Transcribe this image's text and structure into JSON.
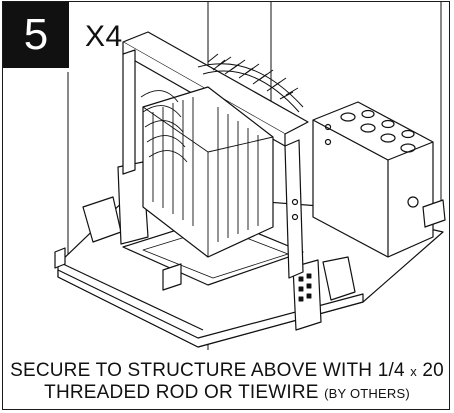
{
  "step": {
    "number": "5",
    "quantity": "X4"
  },
  "caption": {
    "line1_prefix": "SECURE TO STRUCTURE ABOVE WITH 1/4 ",
    "line1_x": "x",
    "line1_suffix": " 20",
    "line2_main": "THREADED ROD OR TIEWIRE ",
    "line2_small": "(BY OTHERS)"
  },
  "colors": {
    "ink": "#111111",
    "paper": "#ffffff",
    "shade": "#d9d9d9"
  }
}
